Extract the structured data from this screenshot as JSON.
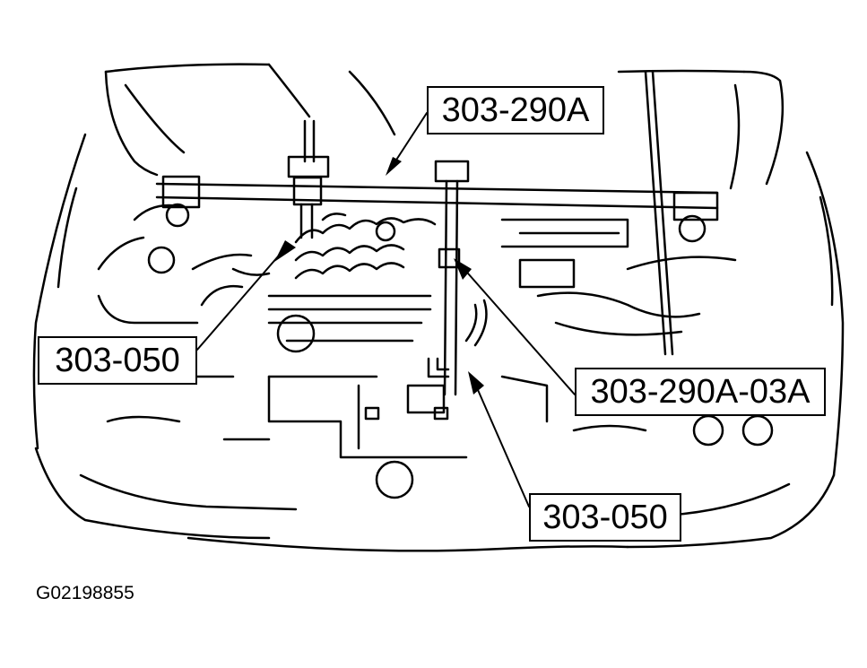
{
  "labels": {
    "tool_main": "303-290A",
    "tool_left": "303-050",
    "tool_adapter": "303-290A-03A",
    "tool_bottom": "303-050"
  },
  "figure_id": "G02198855",
  "colors": {
    "line": "#000000",
    "background": "#ffffff"
  }
}
